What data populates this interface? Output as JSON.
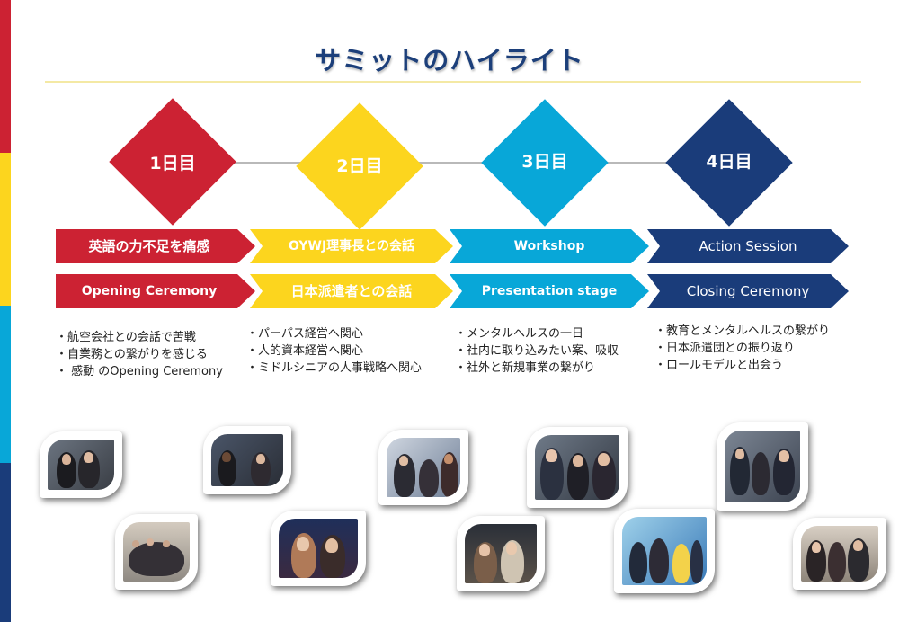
{
  "title": "サミットのハイライト",
  "colors": {
    "red": "#cc2233",
    "yellow": "#fcd51e",
    "cyan": "#08a7d8",
    "navy": "#1a3c7a",
    "ink": "#1c3f7a"
  },
  "days": [
    {
      "label": "1日目",
      "row1": "英語の力不足を痛感",
      "row2": "Opening Ceremony",
      "bullets": [
        "・航空会社との会話で苦戦",
        "・自業務との繋がりを感じる",
        "・ 感動 のOpening Ceremony"
      ]
    },
    {
      "label": "2日目",
      "row1": "OYWJ理事長との会話",
      "row2": "日本派遣者との会話",
      "bullets": [
        "・パーパス経営へ関心",
        "・人的資本経営へ関心",
        "・ミドルシニアの人事戦略へ関心"
      ]
    },
    {
      "label": "3日目",
      "row1": "Workshop",
      "row2": "Presentation stage",
      "bullets": [
        "・メンタルヘルスの一日",
        "・社内に取り込みたい案、吸収",
        "・社外と新規事業の繋がり"
      ]
    },
    {
      "label": "4日目",
      "row1": "Action Session",
      "row2": "Closing Ceremony",
      "bullets": [
        "・教育とメンタルヘルスの繋がり",
        "・日本派遣団との振り返り",
        "・ロールモデルと出会う"
      ]
    }
  ],
  "photos": [
    {
      "icon": "group-photo-icon"
    },
    {
      "icon": "group-photo-icon"
    },
    {
      "icon": "group-photo-icon"
    },
    {
      "icon": "group-photo-icon"
    },
    {
      "icon": "group-photo-icon"
    },
    {
      "icon": "group-photo-icon"
    },
    {
      "icon": "group-photo-icon"
    },
    {
      "icon": "group-photo-icon"
    },
    {
      "icon": "group-photo-icon"
    },
    {
      "icon": "group-photo-icon"
    }
  ]
}
